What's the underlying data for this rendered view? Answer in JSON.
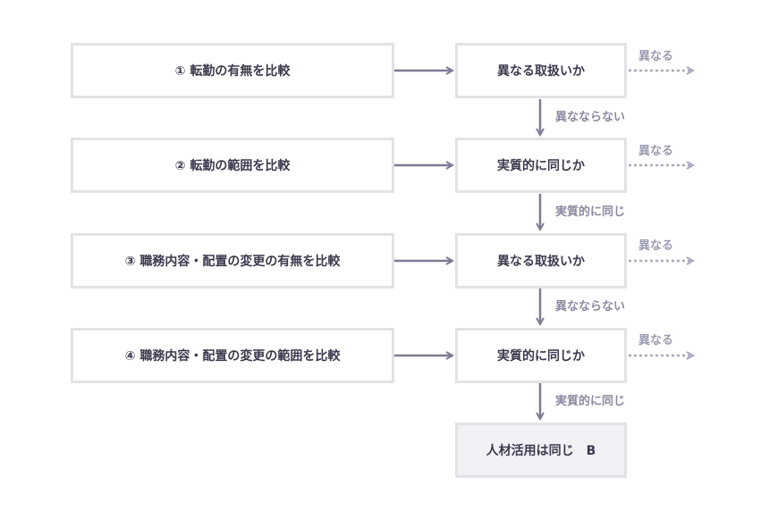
{
  "steps": [
    {
      "criterion": "① 転勤の有無を比較",
      "judgment": "異なる取扱いか",
      "side_label": "異なる",
      "down_label": "異なならない"
    },
    {
      "criterion": "② 転勤の範囲を比較",
      "judgment": "実質的に同じか",
      "side_label": "異なる",
      "down_label": "実質的に同じ"
    },
    {
      "criterion": "③ 職務内容・配置の変更の有無を比較",
      "judgment": "異なる取扱いか",
      "side_label": "異なる",
      "down_label": "異なならない"
    },
    {
      "criterion": "④ 職務内容・配置の変更の範囲を比較",
      "judgment": "実質的に同じか",
      "side_label": "異なる",
      "down_label": "実質的に同じ"
    }
  ],
  "result": {
    "label": "人材活用は同じ　B"
  },
  "colors": {
    "arrow": "#7c7c94",
    "dashed_arrow": "#a8a8bc",
    "box_border": "#e3e3e6",
    "result_fill": "#f1f1f6"
  }
}
